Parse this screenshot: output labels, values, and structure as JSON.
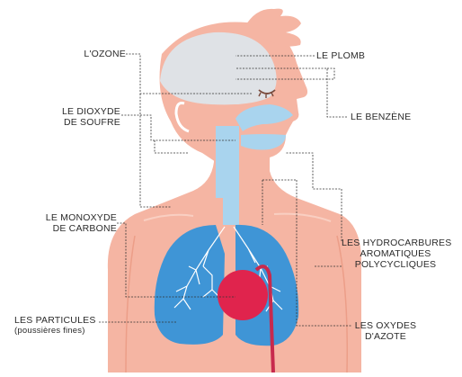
{
  "labels": {
    "ozone": "L'OZONE",
    "so2_line1": "LE DIOXYDE",
    "so2_line2": "DE SOUFRE",
    "co_line1": "LE MONOXYDE",
    "co_line2": "DE CARBONE",
    "particles_line1": "LES PARTICULES",
    "particles_line2": "(poussières fines)",
    "lead": "LE PLOMB",
    "benzene": "LE BENZÈNE",
    "pah_line1": "LES HYDROCARBURES",
    "pah_line2": "AROMATIQUES",
    "pah_line3": "POLYCYCLIQUES",
    "nox_line1": "LES OXYDES",
    "nox_line2": "D'AZOTE"
  },
  "colors": {
    "skin": "#f5b5a3",
    "skin_dark": "#ec9e88",
    "brain": "#dfe2e6",
    "airway": "#a9d4ee",
    "lungs": "#3f95d6",
    "bronchi": "#ffffff",
    "heart": "#e0244d",
    "vessel": "#c72a4d",
    "leader": "#333333"
  }
}
